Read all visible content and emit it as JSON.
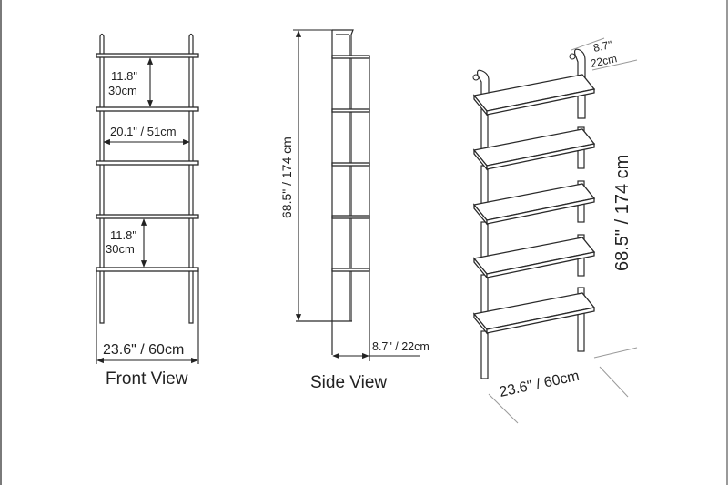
{
  "diagram": {
    "subject": "5-tier wall ladder shelf dimension drawing",
    "colors": {
      "line": "#2a2a2a",
      "background": "#ffffff",
      "leader": "#9a9a9a"
    },
    "front_view": {
      "caption": "Front View",
      "shelf_spacing_top_imperial": "11.8\"",
      "shelf_spacing_top_metric": "30cm",
      "inner_width": "20.1\" / 51cm",
      "shelf_spacing_bottom_imperial": "11.8\"",
      "shelf_spacing_bottom_metric": "30cm",
      "overall_width": "23.6\" / 60cm",
      "shelf_count": 5
    },
    "side_view": {
      "caption": "Side View",
      "height": "68.5\" / 174 cm",
      "depth": "8.7\" / 22cm",
      "shelf_count": 5
    },
    "perspective_view": {
      "depth_imperial": "8.7\"",
      "depth_metric": "22cm",
      "height": "68.5\" / 174 cm",
      "width": "23.6\" / 60cm",
      "shelf_count": 5
    }
  }
}
